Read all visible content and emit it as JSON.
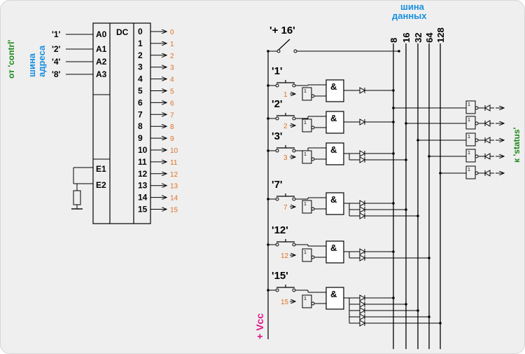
{
  "colors": {
    "wire": "#000000",
    "blue_label": "#1a8fe0",
    "green_label": "#1a8a1a",
    "magenta_label": "#e0148a",
    "orange_label": "#e07020"
  },
  "icons": {
    "gate": "and-gate-icon",
    "inverter": "inverter-icon",
    "diode": "diode-icon",
    "button": "push-button-icon",
    "resistor": "resistor-icon",
    "ground": "ground-icon"
  },
  "left": {
    "from_label": "от 'contrl'",
    "bus_label_line1": "шина",
    "bus_label_line2": "адреса",
    "addr_labels": [
      "'1'",
      "'2'",
      "'4'",
      "'8'"
    ],
    "addr_pins": [
      "A0",
      "A1",
      "A2",
      "A3"
    ],
    "enable_pins": [
      "E1",
      "E2"
    ],
    "dc_label": "DC",
    "outputs": [
      "0",
      "1",
      "2",
      "3",
      "4",
      "5",
      "6",
      "7",
      "8",
      "9",
      "10",
      "11",
      "12",
      "13",
      "14",
      "15"
    ]
  },
  "right": {
    "bus_title_line1": "шина",
    "bus_title_line2": "данных",
    "bus_lines": [
      "8",
      "16",
      "32",
      "64",
      "128"
    ],
    "switch_label": "'+ 16'",
    "vcc_label": "+ Vcc",
    "status_label": "к 'status'",
    "buttons": [
      {
        "label": "'1'",
        "input": "1"
      },
      {
        "label": "'2'",
        "input": "2"
      },
      {
        "label": "'3'",
        "input": "3"
      },
      {
        "label": "'7'",
        "input": "7"
      },
      {
        "label": "'12'",
        "input": "12"
      },
      {
        "label": "'15'",
        "input": "15"
      }
    ],
    "gate_symbol": "&",
    "inv_symbol": "1"
  }
}
